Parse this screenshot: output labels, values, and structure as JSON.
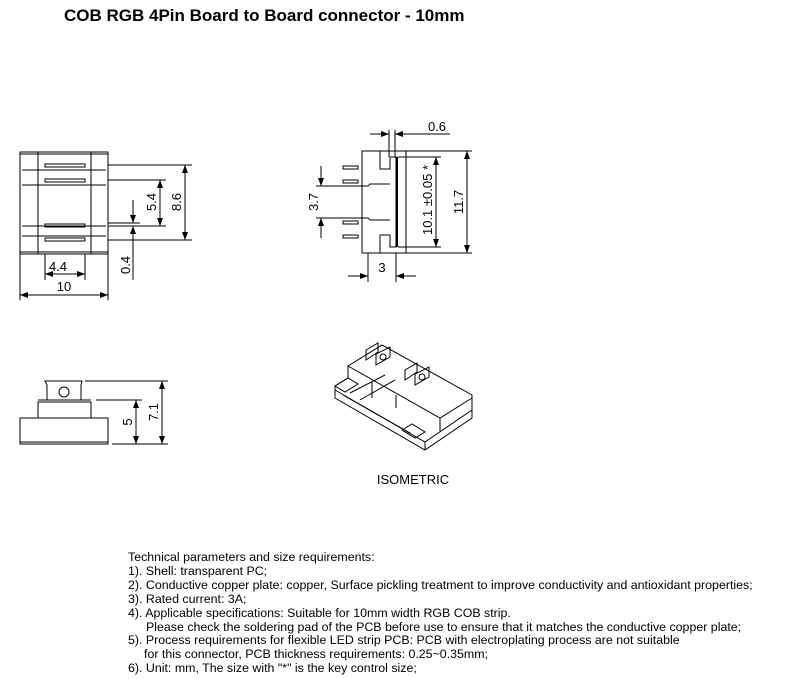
{
  "title": "COB RGB 4Pin Board to Board connector - 10mm",
  "dimensions": {
    "top_view": {
      "width": "10",
      "pin_span": "4.4",
      "height": "8.6",
      "inner": "5.4",
      "gap": "0.4"
    },
    "side_view": {
      "overall": "11.7",
      "key": "10.1 ±0.05 *",
      "plate": "0.6",
      "depth": "3",
      "step": "3.7"
    },
    "front_view": {
      "body": "5",
      "total": "7.1"
    }
  },
  "isometric_label": "ISOMETRIC",
  "notes": {
    "heading": "Technical parameters and size requirements:",
    "lines": [
      "1). Shell: transparent PC;",
      "2). Conductive copper plate: copper, Surface pickling treatment to improve conductivity and antioxidant properties;",
      "3). Rated current: 3A;",
      "4). Applicable specifications: Suitable for 10mm width RGB COB strip.",
      "Please check the soldering pad of the PCB before use to ensure that it matches the conductive copper plate;",
      "5). Process requirements for flexible LED strip PCB: PCB with electroplating process are not suitable",
      "for this connector, PCB thickness requirements: 0.25~0.35mm;",
      "6). Unit: mm, The size with \"*\" is the key control size;"
    ]
  }
}
